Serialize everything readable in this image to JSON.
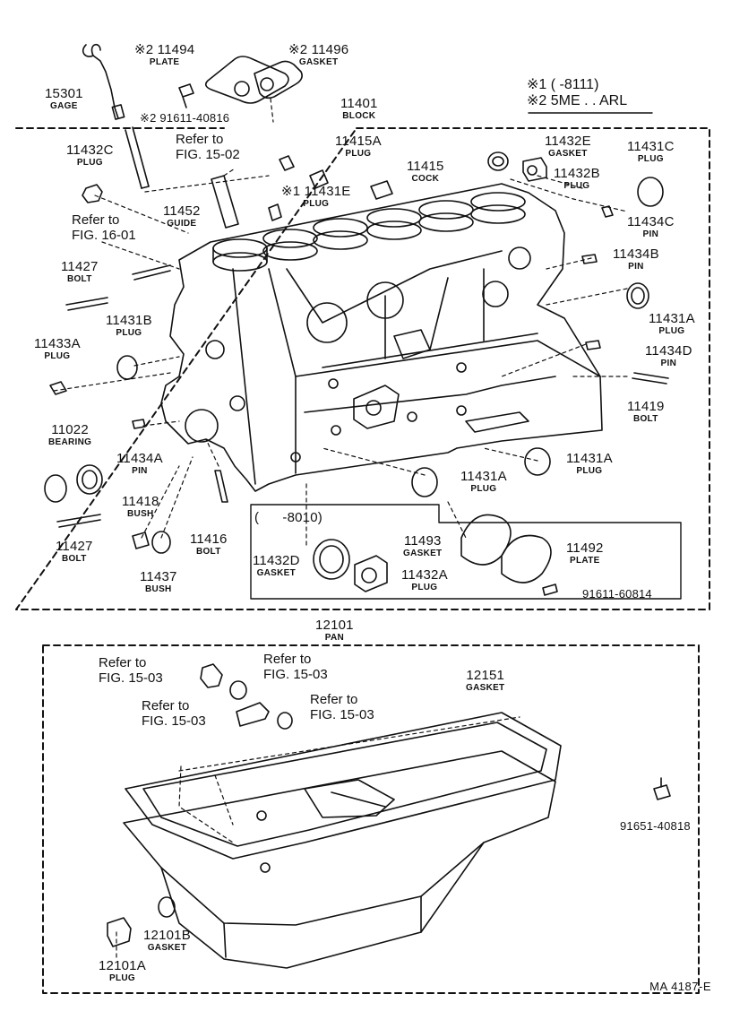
{
  "legend": {
    "row1": "※1 (      -8111)",
    "row2": "※2 5ME . . ARL"
  },
  "drawing_code": "MA 4187-E",
  "lower_group": {
    "number": "12101",
    "name": "PAN"
  },
  "inset": {
    "range": "(      -8010)"
  },
  "parts": {
    "p15301": {
      "num": "15301",
      "name": "GAGE"
    },
    "p11494": {
      "num": "※2 11494",
      "name": "PLATE"
    },
    "p11496": {
      "num": "※2 11496",
      "name": "GASKET"
    },
    "p91611_40816": {
      "num": "※2 91611-40816"
    },
    "p11401": {
      "num": "11401",
      "name": "BLOCK"
    },
    "p11432C": {
      "num": "11432C",
      "name": "PLUG"
    },
    "ref1502": {
      "text": "Refer to\nFIG. 15-02"
    },
    "p11415A": {
      "num": "11415A",
      "name": "PLUG"
    },
    "p11415": {
      "num": "11415",
      "name": "COCK"
    },
    "p11432E": {
      "num": "11432E",
      "name": "GASKET"
    },
    "p11432B": {
      "num": "11432B",
      "name": "PLUG"
    },
    "p11431C": {
      "num": "11431C",
      "name": "PLUG"
    },
    "p11431E": {
      "num": "※1 11431E",
      "name": "PLUG"
    },
    "p11452": {
      "num": "11452",
      "name": "GUIDE"
    },
    "ref1601": {
      "text": "Refer to\nFIG. 16-01"
    },
    "p11434C": {
      "num": "11434C",
      "name": "PIN"
    },
    "p11427a": {
      "num": "11427",
      "name": "BOLT"
    },
    "p11434B": {
      "num": "11434B",
      "name": "PIN"
    },
    "p11431B": {
      "num": "11431B",
      "name": "PLUG"
    },
    "p11431A_r": {
      "num": "11431A",
      "name": "PLUG"
    },
    "p11433A": {
      "num": "11433A",
      "name": "PLUG"
    },
    "p11434D": {
      "num": "11434D",
      "name": "PIN"
    },
    "p11419": {
      "num": "11419",
      "name": "BOLT"
    },
    "p11022": {
      "num": "11022",
      "name": "BEARING"
    },
    "p11434A": {
      "num": "11434A",
      "name": "PIN"
    },
    "p11431A_b": {
      "num": "11431A",
      "name": "PLUG"
    },
    "p11431A_c": {
      "num": "11431A",
      "name": "PLUG"
    },
    "p11418": {
      "num": "11418",
      "name": "BUSH"
    },
    "p11427b": {
      "num": "11427",
      "name": "BOLT"
    },
    "p11416": {
      "num": "11416",
      "name": "BOLT"
    },
    "p11437": {
      "num": "11437",
      "name": "BUSH"
    },
    "p11493": {
      "num": "11493",
      "name": "GASKET"
    },
    "p11492": {
      "num": "11492",
      "name": "PLATE"
    },
    "p11432D": {
      "num": "11432D",
      "name": "GASKET"
    },
    "p11432A": {
      "num": "11432A",
      "name": "PLUG"
    },
    "p91611_60814": {
      "num": "91611-60814"
    },
    "ref1503a": {
      "text": "Refer to\nFIG. 15-03"
    },
    "ref1503b": {
      "text": "Refer to\nFIG. 15-03"
    },
    "ref1503c": {
      "text": "Refer to\nFIG. 15-03"
    },
    "ref1503d": {
      "text": "Refer to\nFIG. 15-03"
    },
    "p12151": {
      "num": "12151",
      "name": "GASKET"
    },
    "p91651_40818": {
      "num": "91651-40818"
    },
    "p12101B": {
      "num": "12101B",
      "name": "GASKET"
    },
    "p12101A": {
      "num": "12101A",
      "name": "PLUG"
    }
  }
}
